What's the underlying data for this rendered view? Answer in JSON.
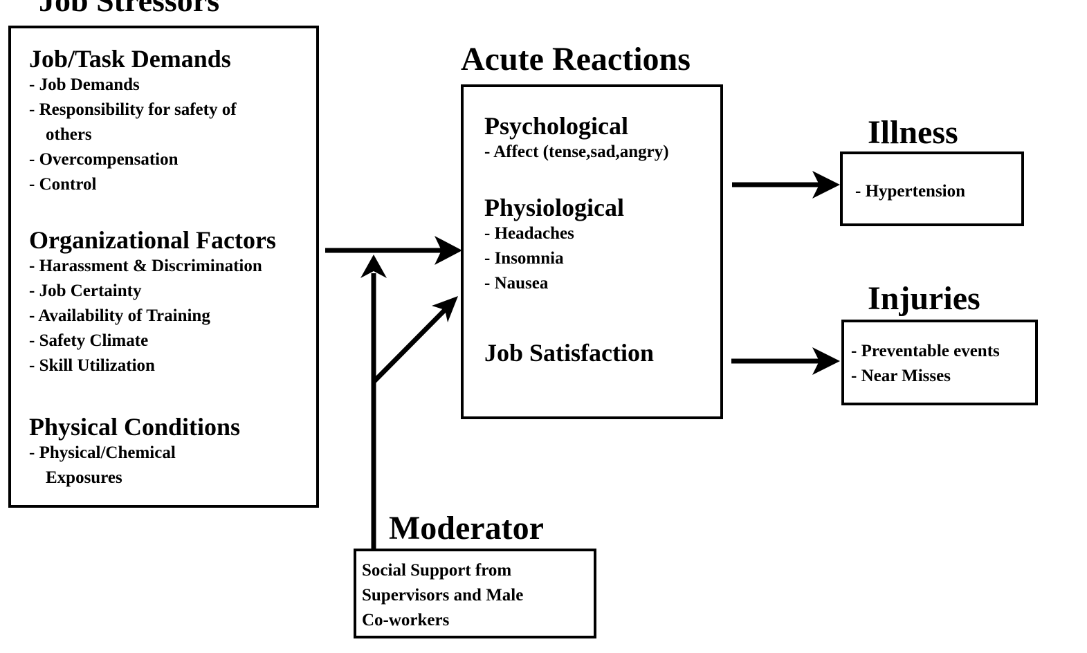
{
  "job_stressors": {
    "title": "Job Stressors",
    "sections": [
      {
        "heading": "Job/Task Demands",
        "items": [
          "- Job Demands",
          "- Responsibility for safety of",
          "others",
          "- Overcompensation",
          "- Control"
        ]
      },
      {
        "heading": "Organizational Factors",
        "items": [
          "- Harassment & Discrimination",
          "- Job Certainty",
          "- Availability of Training",
          "- Safety Climate",
          "- Skill Utilization"
        ]
      },
      {
        "heading": "Physical Conditions",
        "items": [
          "- Physical/Chemical",
          "Exposures"
        ]
      }
    ]
  },
  "acute_reactions": {
    "title": "Acute Reactions",
    "sections": [
      {
        "heading": "Psychological",
        "items": [
          "- Affect (tense,sad,angry)"
        ]
      },
      {
        "heading": "Physiological",
        "items": [
          "- Headaches",
          "- Insomnia",
          "- Nausea"
        ]
      },
      {
        "heading": "Job Satisfaction",
        "items": []
      }
    ]
  },
  "illness": {
    "title": "Illness",
    "items": [
      "- Hypertension"
    ]
  },
  "injuries": {
    "title": "Injuries",
    "items": [
      "- Preventable events",
      "- Near Misses"
    ]
  },
  "moderator": {
    "title": "Moderator",
    "lines": [
      "Social Support from",
      "Supervisors and Male",
      "Co-workers"
    ]
  }
}
